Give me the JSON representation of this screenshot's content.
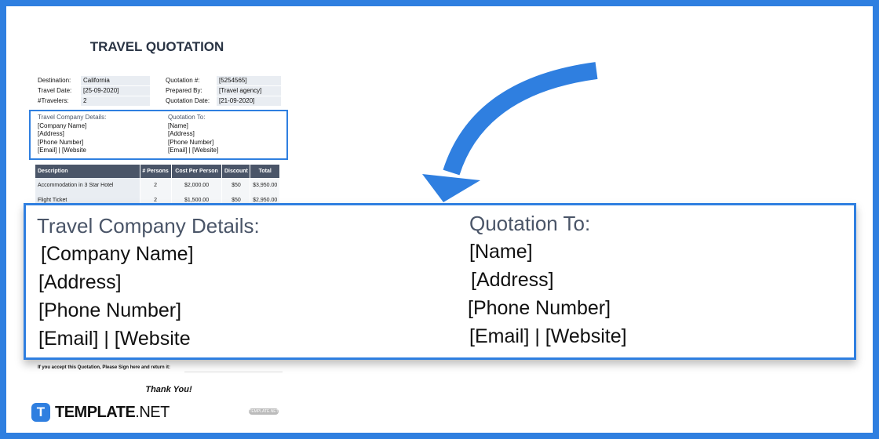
{
  "document": {
    "title": "TRAVEL QUOTATION",
    "meta_left": [
      {
        "label": "Destination:",
        "value": "California"
      },
      {
        "label": "Travel Date:",
        "value": "[25-09-2020]"
      },
      {
        "label": "#Travelers:",
        "value": "2"
      }
    ],
    "meta_right": [
      {
        "label": "Quotation #:",
        "value": "[5254565]"
      },
      {
        "label": "Prepared By:",
        "value": "[Travel agency]"
      },
      {
        "label": "Quotation Date:",
        "value": "[21-09-2020]"
      }
    ],
    "company": {
      "heading": "Travel Company Details:",
      "lines": [
        "[Company Name]",
        "[Address]",
        "[Phone Number]",
        "[Email] | [Website"
      ]
    },
    "quotation_to": {
      "heading": "Quotation To:",
      "lines": [
        "[Name]",
        "[Address]",
        "[Phone Number]",
        "[Email] | [Website]"
      ]
    },
    "table": {
      "headers": [
        "Description",
        "# Persons",
        "Cost Per Person",
        "Discount",
        "Total"
      ],
      "rows": [
        [
          "Accommodation in 3 Star Hotel",
          "2",
          "$2,000.00",
          "$50",
          "$3,950.00"
        ],
        [
          "Flight Ticket",
          "2",
          "$1,500.00",
          "$50",
          "$2,950.00"
        ]
      ]
    },
    "accept_text": "If you accept this Quotation, Please Sign here and return it:",
    "thanks": "Thank You!",
    "badge": "TEMPLATE.NET"
  },
  "logo": {
    "mark": "T",
    "brand": "TEMPLATE",
    "suffix": ".NET"
  },
  "colors": {
    "accent": "#2f7fe0",
    "header": "#4a5568"
  }
}
